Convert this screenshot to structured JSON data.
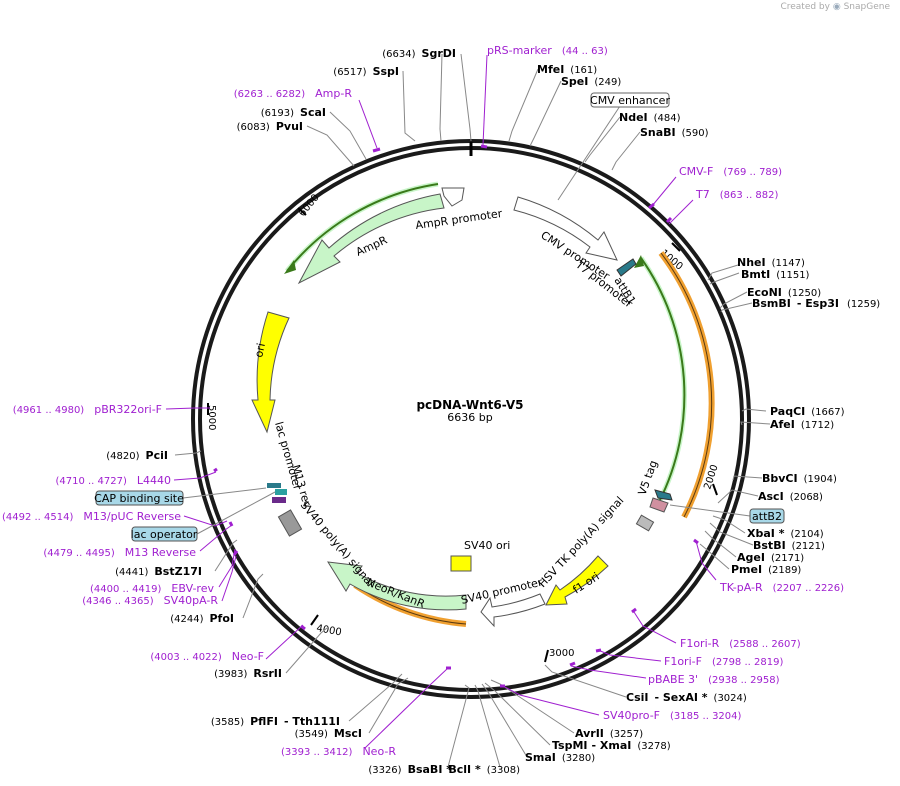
{
  "credit": {
    "prefix": "Created by",
    "brand": "SnapGene"
  },
  "plasmid": {
    "name": "pcDNA-Wnt6-V5",
    "size": "6636 bp"
  },
  "ticks": [
    "1000",
    "2000",
    "3000",
    "4000",
    "5000",
    "6000"
  ],
  "sites": [
    {
      "name": "SgrDI",
      "pos": "(6634)"
    },
    {
      "name": "SspI",
      "pos": "(6517)"
    },
    {
      "name": "ScaI",
      "pos": "(6193)"
    },
    {
      "name": "PvuI",
      "pos": "(6083)"
    },
    {
      "name": "MfeI",
      "pos": "(161)"
    },
    {
      "name": "SpeI",
      "pos": "(249)"
    },
    {
      "name": "NdeI",
      "pos": "(484)"
    },
    {
      "name": "SnaBI",
      "pos": "(590)"
    },
    {
      "name": "NheI",
      "pos": "(1147)"
    },
    {
      "name": "BmtI",
      "pos": "(1151)"
    },
    {
      "name": "EcoNI",
      "pos": "(1250)"
    },
    {
      "name": "BsmBI",
      "pos": ""
    },
    {
      "name": "- Esp3I",
      "pos": "(1259)"
    },
    {
      "name": "PaqCI",
      "pos": "(1667)"
    },
    {
      "name": "AfeI",
      "pos": "(1712)"
    },
    {
      "name": "BbvCI",
      "pos": "(1904)"
    },
    {
      "name": "AscI",
      "pos": "(2068)"
    },
    {
      "name": "XbaI *",
      "pos": "(2104)"
    },
    {
      "name": "BstBI",
      "pos": "(2121)"
    },
    {
      "name": "AgeI",
      "pos": "(2171)"
    },
    {
      "name": "PmeI",
      "pos": "(2189)"
    },
    {
      "name": "CsiI",
      "pos": ""
    },
    {
      "name": "- SexAI *",
      "pos": "(3024)"
    },
    {
      "name": "AvrII",
      "pos": "(3257)"
    },
    {
      "name": "TspMI",
      "pos": ""
    },
    {
      "name": "- XmaI",
      "pos": "(3278)"
    },
    {
      "name": "SmaI",
      "pos": "(3280)"
    },
    {
      "name": "BclI *",
      "pos": "(3308)"
    },
    {
      "name": "BsaBI *",
      "pos": "(3326)"
    },
    {
      "name": "MscI",
      "pos": "(3549)"
    },
    {
      "name": "PflFI",
      "pos": ""
    },
    {
      "name": "- Tth111I",
      "pos": "(3585)"
    },
    {
      "name": "RsrII",
      "pos": "(3983)"
    },
    {
      "name": "PfoI",
      "pos": "(4244)"
    },
    {
      "name": "BstZ17I",
      "pos": "(4441)"
    },
    {
      "name": "PciI",
      "pos": "(4820)"
    }
  ],
  "primers": [
    {
      "name": "pRS-marker",
      "pos": "(44 .. 63)"
    },
    {
      "name": "Amp-R",
      "pos": "(6263 .. 6282)"
    },
    {
      "name": "CMV-F",
      "pos": "(769 .. 789)"
    },
    {
      "name": "T7",
      "pos": "(863 .. 882)"
    },
    {
      "name": "TK-pA-R",
      "pos": "(2207 .. 2226)"
    },
    {
      "name": "F1ori-R",
      "pos": "(2588 .. 2607)"
    },
    {
      "name": "F1ori-F",
      "pos": "(2798 .. 2819)"
    },
    {
      "name": "pBABE 3'",
      "pos": "(2938 .. 2958)"
    },
    {
      "name": "SV40pro-F",
      "pos": "(3185 .. 3204)"
    },
    {
      "name": "Neo-R",
      "pos": "(3393 .. 3412)"
    },
    {
      "name": "Neo-F",
      "pos": "(4003 .. 4022)"
    },
    {
      "name": "SV40pA-R",
      "pos": "(4346 .. 4365)"
    },
    {
      "name": "EBV-rev",
      "pos": "(4400 .. 4419)"
    },
    {
      "name": "M13 Reverse",
      "pos": "(4479 .. 4495)"
    },
    {
      "name": "M13/pUC Reverse",
      "pos": "(4492 .. 4514)"
    },
    {
      "name": "L4440",
      "pos": "(4710 .. 4727)"
    },
    {
      "name": "pBR322ori-F",
      "pos": "(4961 .. 4980)"
    }
  ],
  "boxed_features": [
    "CMV enhancer",
    "attB2",
    "CAP binding site",
    "lac operator"
  ],
  "features": [
    "CMV promoter",
    "T7 promoter",
    "attB1",
    "AmpR promoter",
    "AmpR",
    "ori",
    "V5 tag",
    "HSV TK poly(A) signal",
    "f1 ori",
    "SV40 promoter",
    "SV40 ori",
    "NeoR/KanR",
    "SV40 poly(A) signal",
    "lac promoter",
    "M13 rev"
  ],
  "colors": {
    "backbone": "#1a1a1a",
    "primer": "#a020d0",
    "amp": "#c8f5c8",
    "ori": "#ffff00",
    "orange": "#f0a030",
    "boxed_fill": "#a8d8e8"
  }
}
